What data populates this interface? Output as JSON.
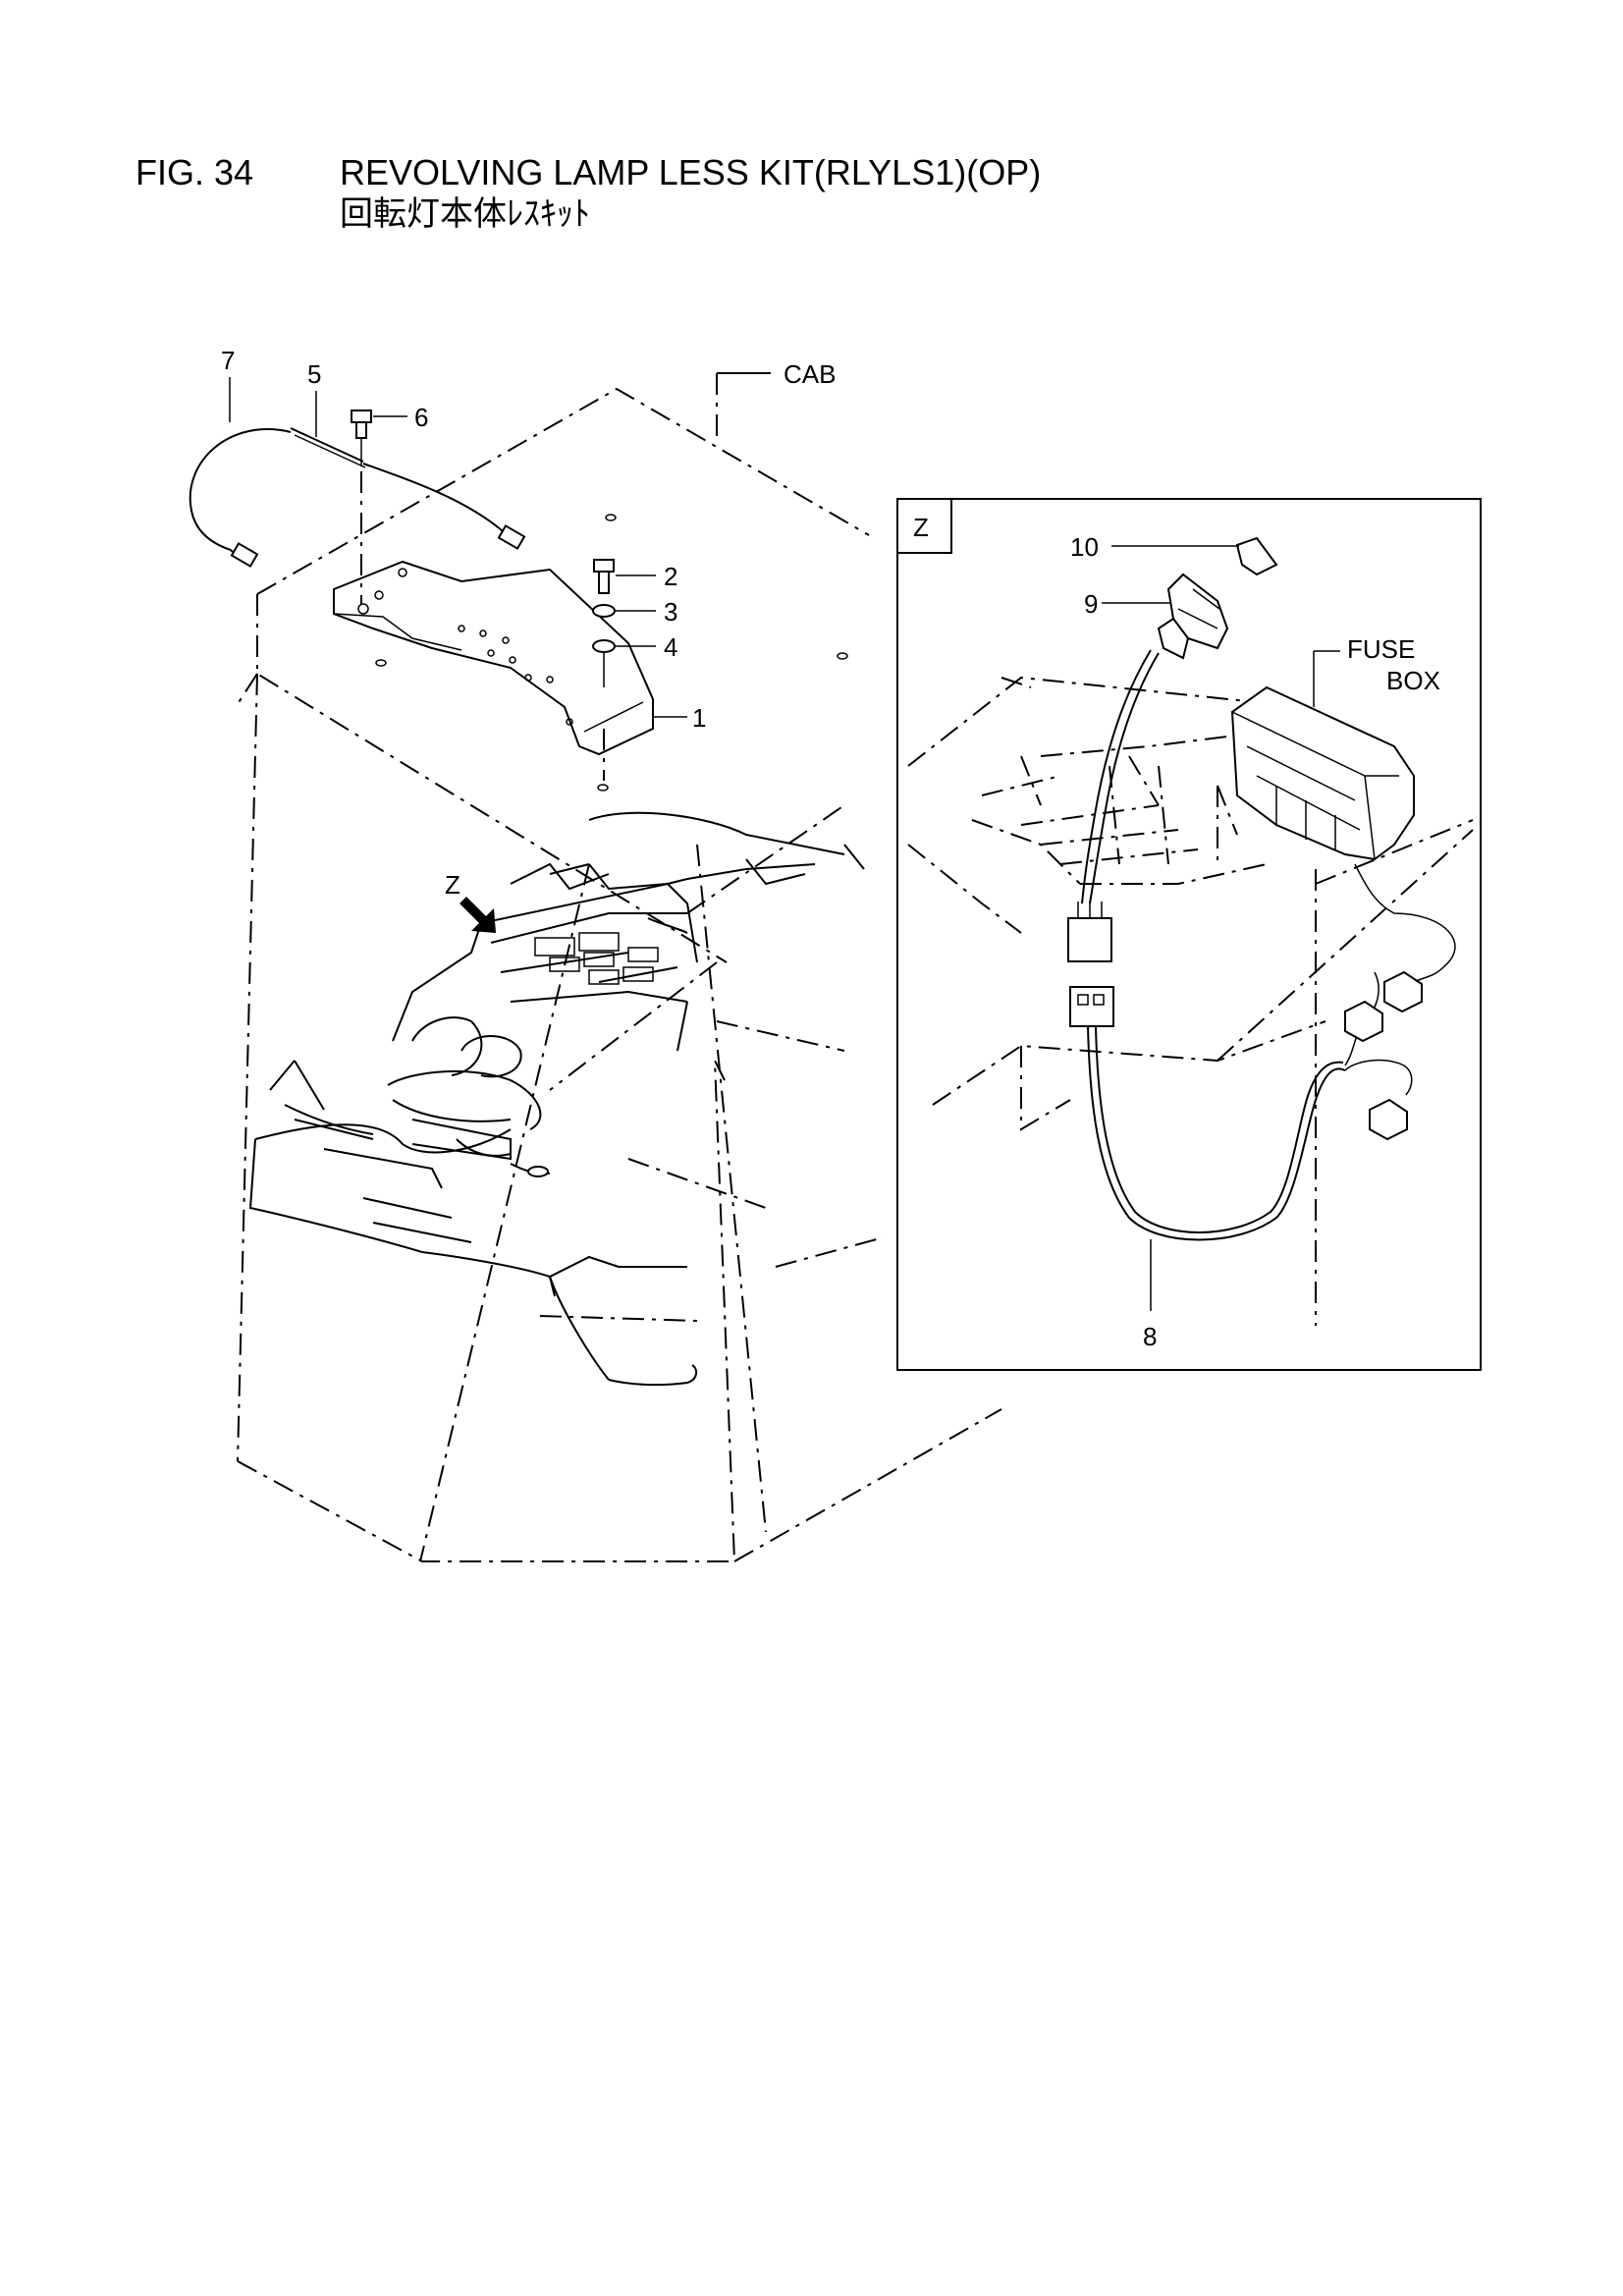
{
  "figure": {
    "number": "FIG. 34",
    "title": "REVOLVING LAMP LESS KIT(RLYLS1)(OP)",
    "subtitle": "回転灯本体ﾚｽｷｯﾄ"
  },
  "callouts": {
    "c1": "1",
    "c2": "2",
    "c3": "3",
    "c4": "4",
    "c5": "5",
    "c6": "6",
    "c7": "7",
    "c8": "8",
    "c9": "9",
    "c10": "10"
  },
  "labels": {
    "cab": "CAB",
    "view_z": "Z",
    "view_box_z": "Z",
    "fuse_box_line1": "FUSE",
    "fuse_box_line2": "BOX"
  },
  "icons": {
    "view_arrow": "arrow-down-right-icon"
  }
}
